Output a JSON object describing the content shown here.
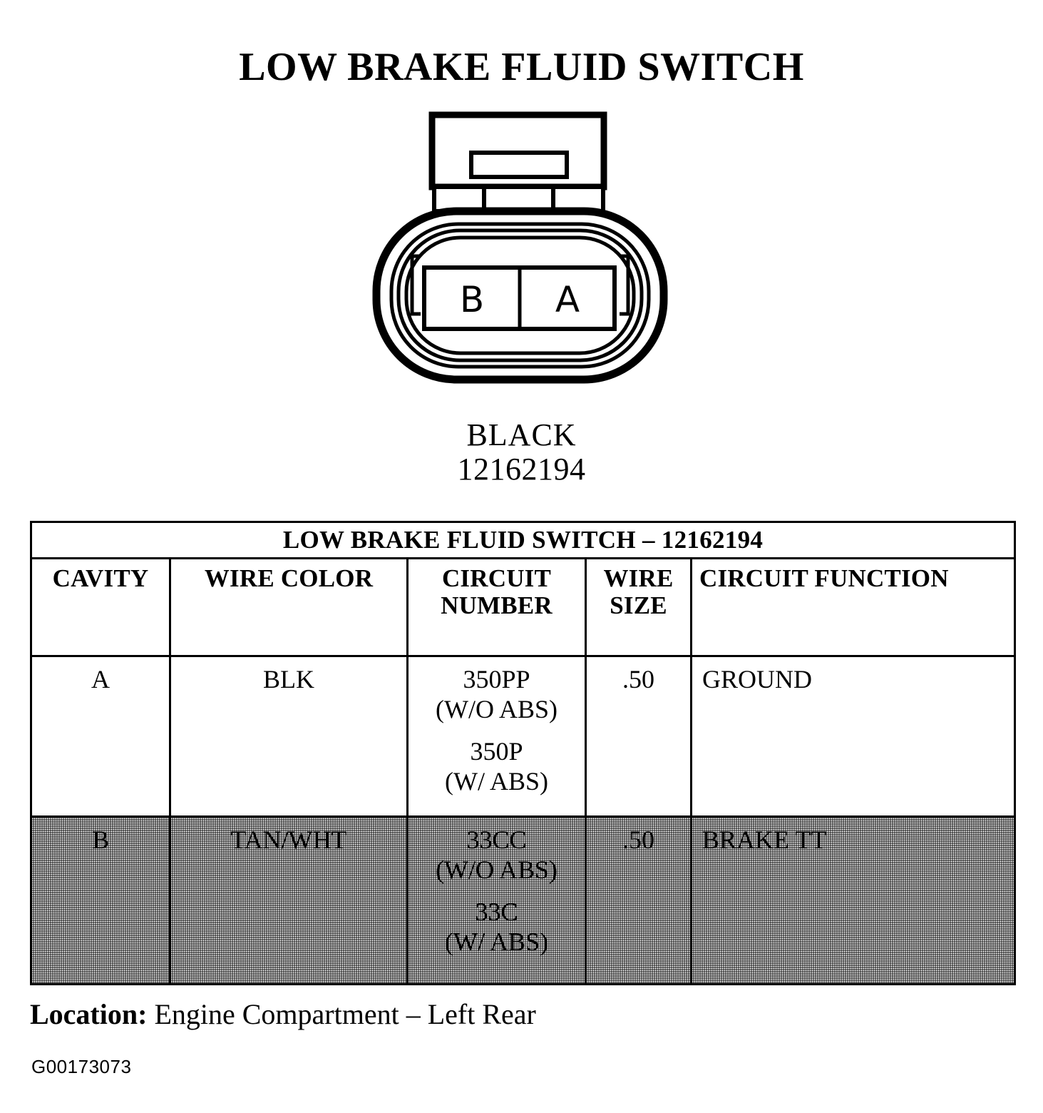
{
  "page": {
    "title": "LOW BRAKE FLUID SWITCH",
    "figure_id": "G00173073"
  },
  "connector": {
    "cavity_left_label": "B",
    "cavity_right_label": "A",
    "color_name": "BLACK",
    "part_number": "12162194"
  },
  "table": {
    "title": "LOW BRAKE FLUID SWITCH – 12162194",
    "columns": [
      "CAVITY",
      "WIRE  COLOR",
      "CIRCUIT NUMBER",
      "WIRE SIZE",
      "CIRCUIT FUNCTION"
    ],
    "column_heads": {
      "cavity": "CAVITY",
      "wire_color": "WIRE  COLOR",
      "circuit_number_l1": "CIRCUIT",
      "circuit_number_l2": "NUMBER",
      "wire_size_l1": "WIRE",
      "wire_size_l2": "SIZE",
      "circuit_function": "CIRCUIT FUNCTION"
    },
    "rows": [
      {
        "highlighted": false,
        "cavity": "A",
        "wire_color": "BLK",
        "circuit_number_1": "350PP",
        "circuit_number_1_note": "(W/O ABS)",
        "circuit_number_2": "350P",
        "circuit_number_2_note": "(W/ ABS)",
        "wire_size": ".50",
        "circuit_function": "GROUND"
      },
      {
        "highlighted": true,
        "cavity": "B",
        "wire_color": "TAN/WHT",
        "circuit_number_1": "33CC",
        "circuit_number_1_note": "(W/O ABS)",
        "circuit_number_2": "33C",
        "circuit_number_2_note": "(W/ ABS)",
        "wire_size": ".50",
        "circuit_function": "BRAKE TT"
      }
    ]
  },
  "location": {
    "label": "Location:",
    "value": " Engine Compartment – Left Rear"
  }
}
